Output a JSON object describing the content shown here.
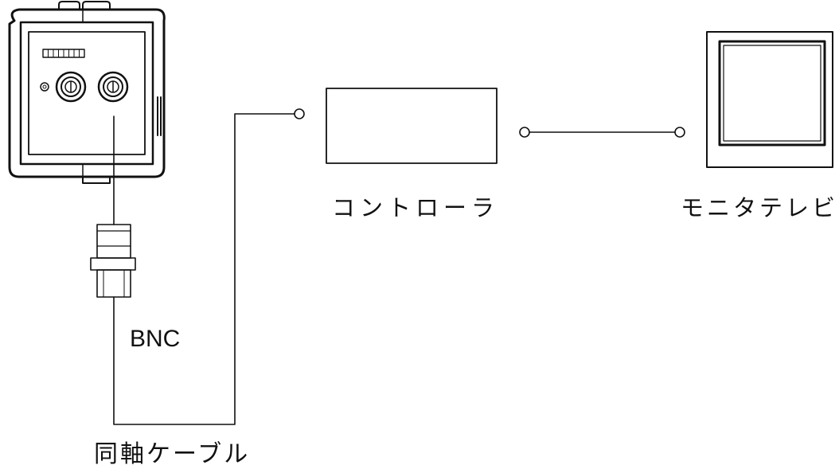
{
  "labels": {
    "controller": "コントローラ",
    "monitor_tv": "モニタテレビ",
    "bnc": "BNC",
    "coax_cable": "同軸ケーブル"
  },
  "colors": {
    "line": "#111111",
    "background": "#ffffff"
  },
  "icons": {
    "camera": "camera-icon",
    "bnc_connector": "bnc-connector-icon",
    "monitor": "monitor-icon"
  }
}
